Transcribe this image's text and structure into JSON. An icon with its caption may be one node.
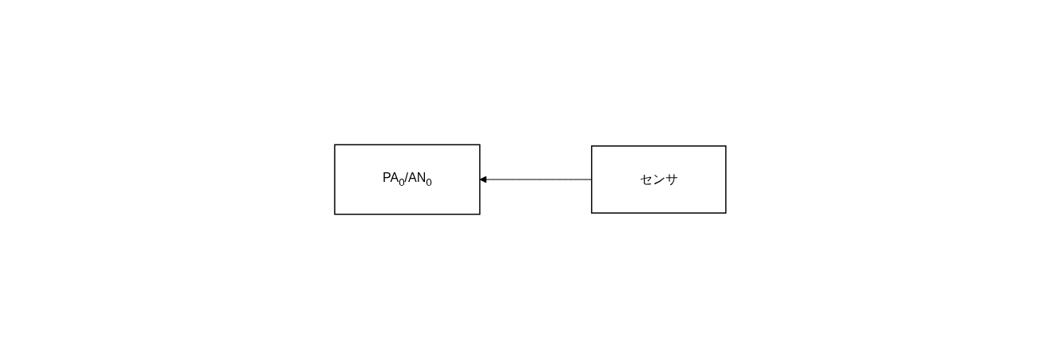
{
  "diagram": {
    "nodes": [
      {
        "text": [
          "PA$_{0}$/AN$_{0}$"
        ]
      },
      {
        "text": [
          "センサ"
        ]
      }
    ],
    "edges": [
      {
        "from": 1,
        "to": 0,
        "arrow": "to"
      }
    ]
  }
}
